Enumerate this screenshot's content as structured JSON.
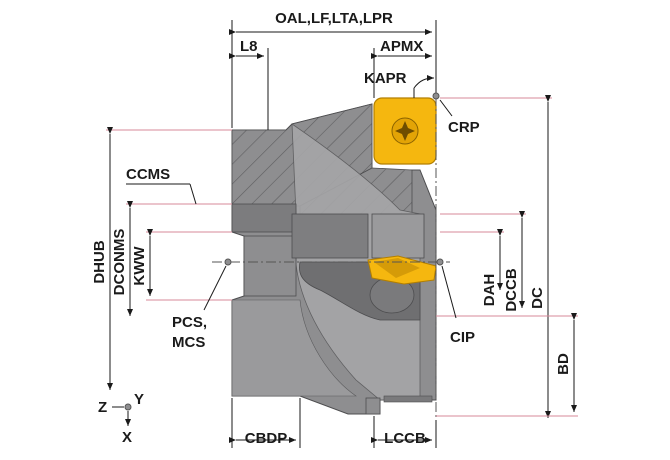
{
  "labels": {
    "oal": "OAL,LF,LTA,LPR",
    "l8": "L8",
    "apmx": "APMX",
    "kapr": "KAPR",
    "crp": "CRP",
    "ccms": "CCMS",
    "dhub": "DHUB",
    "dconms": "DCONMS",
    "kww": "KWW",
    "pcs": "PCS,",
    "mcs": "MCS",
    "cip": "CIP",
    "dah": "DAH",
    "dccb": "DCCB",
    "dc": "DC",
    "bd": "BD",
    "cbdp": "CBDP",
    "lccb": "LCCB",
    "axis_z": "Z",
    "axis_y": "Y",
    "axis_x": "X"
  },
  "colors": {
    "body": "#8e8e90",
    "body_light": "#a6a6a8",
    "body_dark": "#6f6f71",
    "insert": "#f5b70f",
    "insert_dark": "#c78e05",
    "line": "#1a1a1a",
    "pink": "#d78a9a"
  }
}
